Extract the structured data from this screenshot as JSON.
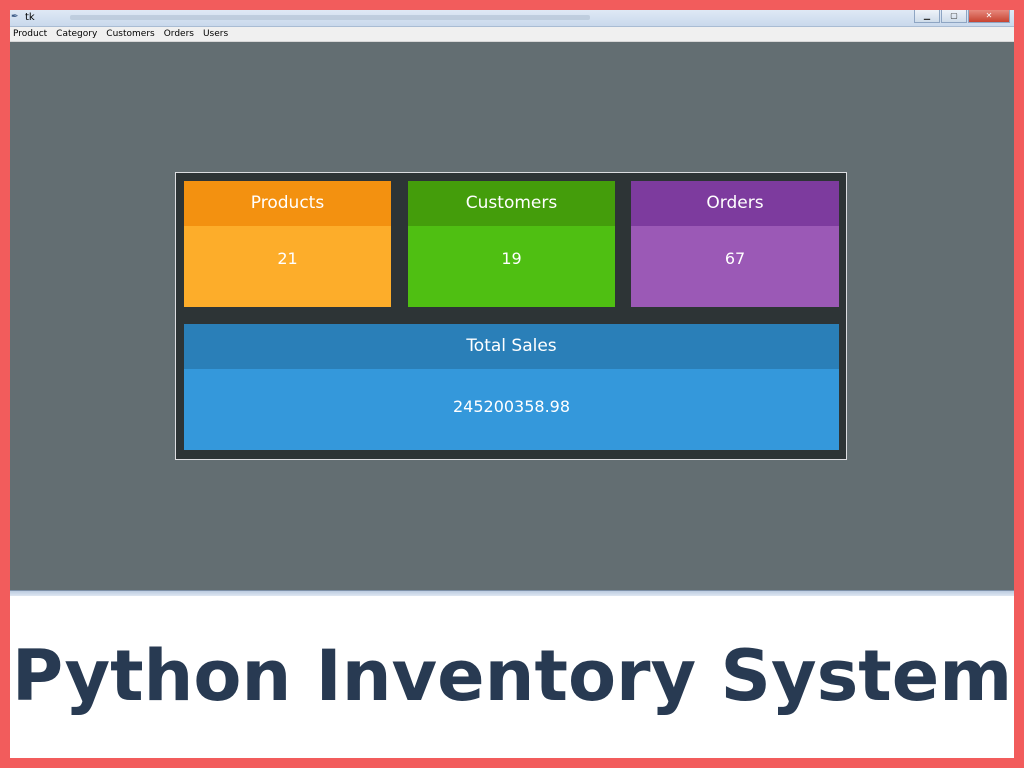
{
  "window": {
    "title": "tk",
    "app_icon": "feather-icon",
    "controls": [
      "minimize-icon",
      "maximize-icon",
      "close-icon"
    ]
  },
  "menu": [
    "Product",
    "Category",
    "Customers",
    "Orders",
    "Users"
  ],
  "dashboard": {
    "products": {
      "label": "Products",
      "value": "21"
    },
    "customers": {
      "label": "Customers",
      "value": "19"
    },
    "orders": {
      "label": "Orders",
      "value": "67"
    },
    "total_sales": {
      "label": "Total Sales",
      "value": "245200358.98"
    }
  },
  "banner": {
    "title": "Python Inventory System"
  },
  "colors": {
    "border": "#f25c5c",
    "desktop": "#636e72",
    "panel": "#2d3436",
    "products": "#fdad2a",
    "customers": "#4fbf12",
    "orders": "#9b59b6",
    "sales": "#3498db",
    "banner_text": "#283a52"
  }
}
